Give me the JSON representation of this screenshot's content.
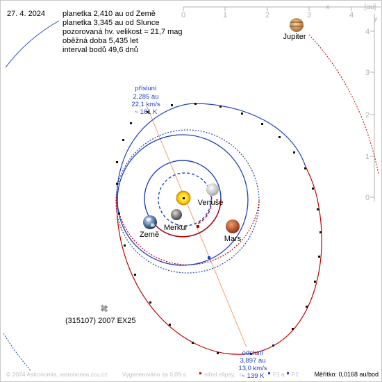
{
  "date": "27. 4. 2024",
  "info_lines": [
    "planetka 2,410 au od Země",
    "planetka 3,345 au od Slunce",
    "pozorovaná hv. velikost = 21,7 mag",
    "oběžná doba 5,435 let",
    "interval bodů 49,6 dnů"
  ],
  "top_axis": {
    "ticks": [
      "0",
      "1",
      "2",
      "3",
      "4"
    ],
    "var": "x",
    "unit": "[au]"
  },
  "right_axis": {
    "ticks": [
      "0",
      "1",
      "2",
      "3",
      "4"
    ],
    "var": "y"
  },
  "planets": {
    "jupiter": "Jupiter",
    "venus": "Venuše",
    "mercury": "Merkur",
    "earth": "Země",
    "mars": "Mars"
  },
  "perihelion": {
    "title": "přísluní",
    "dist": "2,285 au",
    "speed": "22,1 km/s",
    "temp": "~ 181 K"
  },
  "aphelion": {
    "title": "odsluní",
    "dist": "3,897 au",
    "speed": "13,0 km/s",
    "temp": "~ 139 K"
  },
  "asteroid_name": "(315107) 2007 EX25",
  "footer": {
    "copyright": "© 2024 Astronomia, astronomia.zcu.cz",
    "generated": "Vygenerováno za 0,09 s",
    "legend_center": "střed elipsy,",
    "legend_o": "o",
    "legend_f1": "F1",
    "legend_and": "a",
    "legend_f2": "F2",
    "scale": "Měřítko: 0,0168 au/bod"
  },
  "colors": {
    "above_ecliptic": "#2040c0",
    "below_ecliptic": "#c00000",
    "apsis_line": "#f0a070",
    "axis": "#b0b0b0",
    "sun": "#ffd400"
  }
}
